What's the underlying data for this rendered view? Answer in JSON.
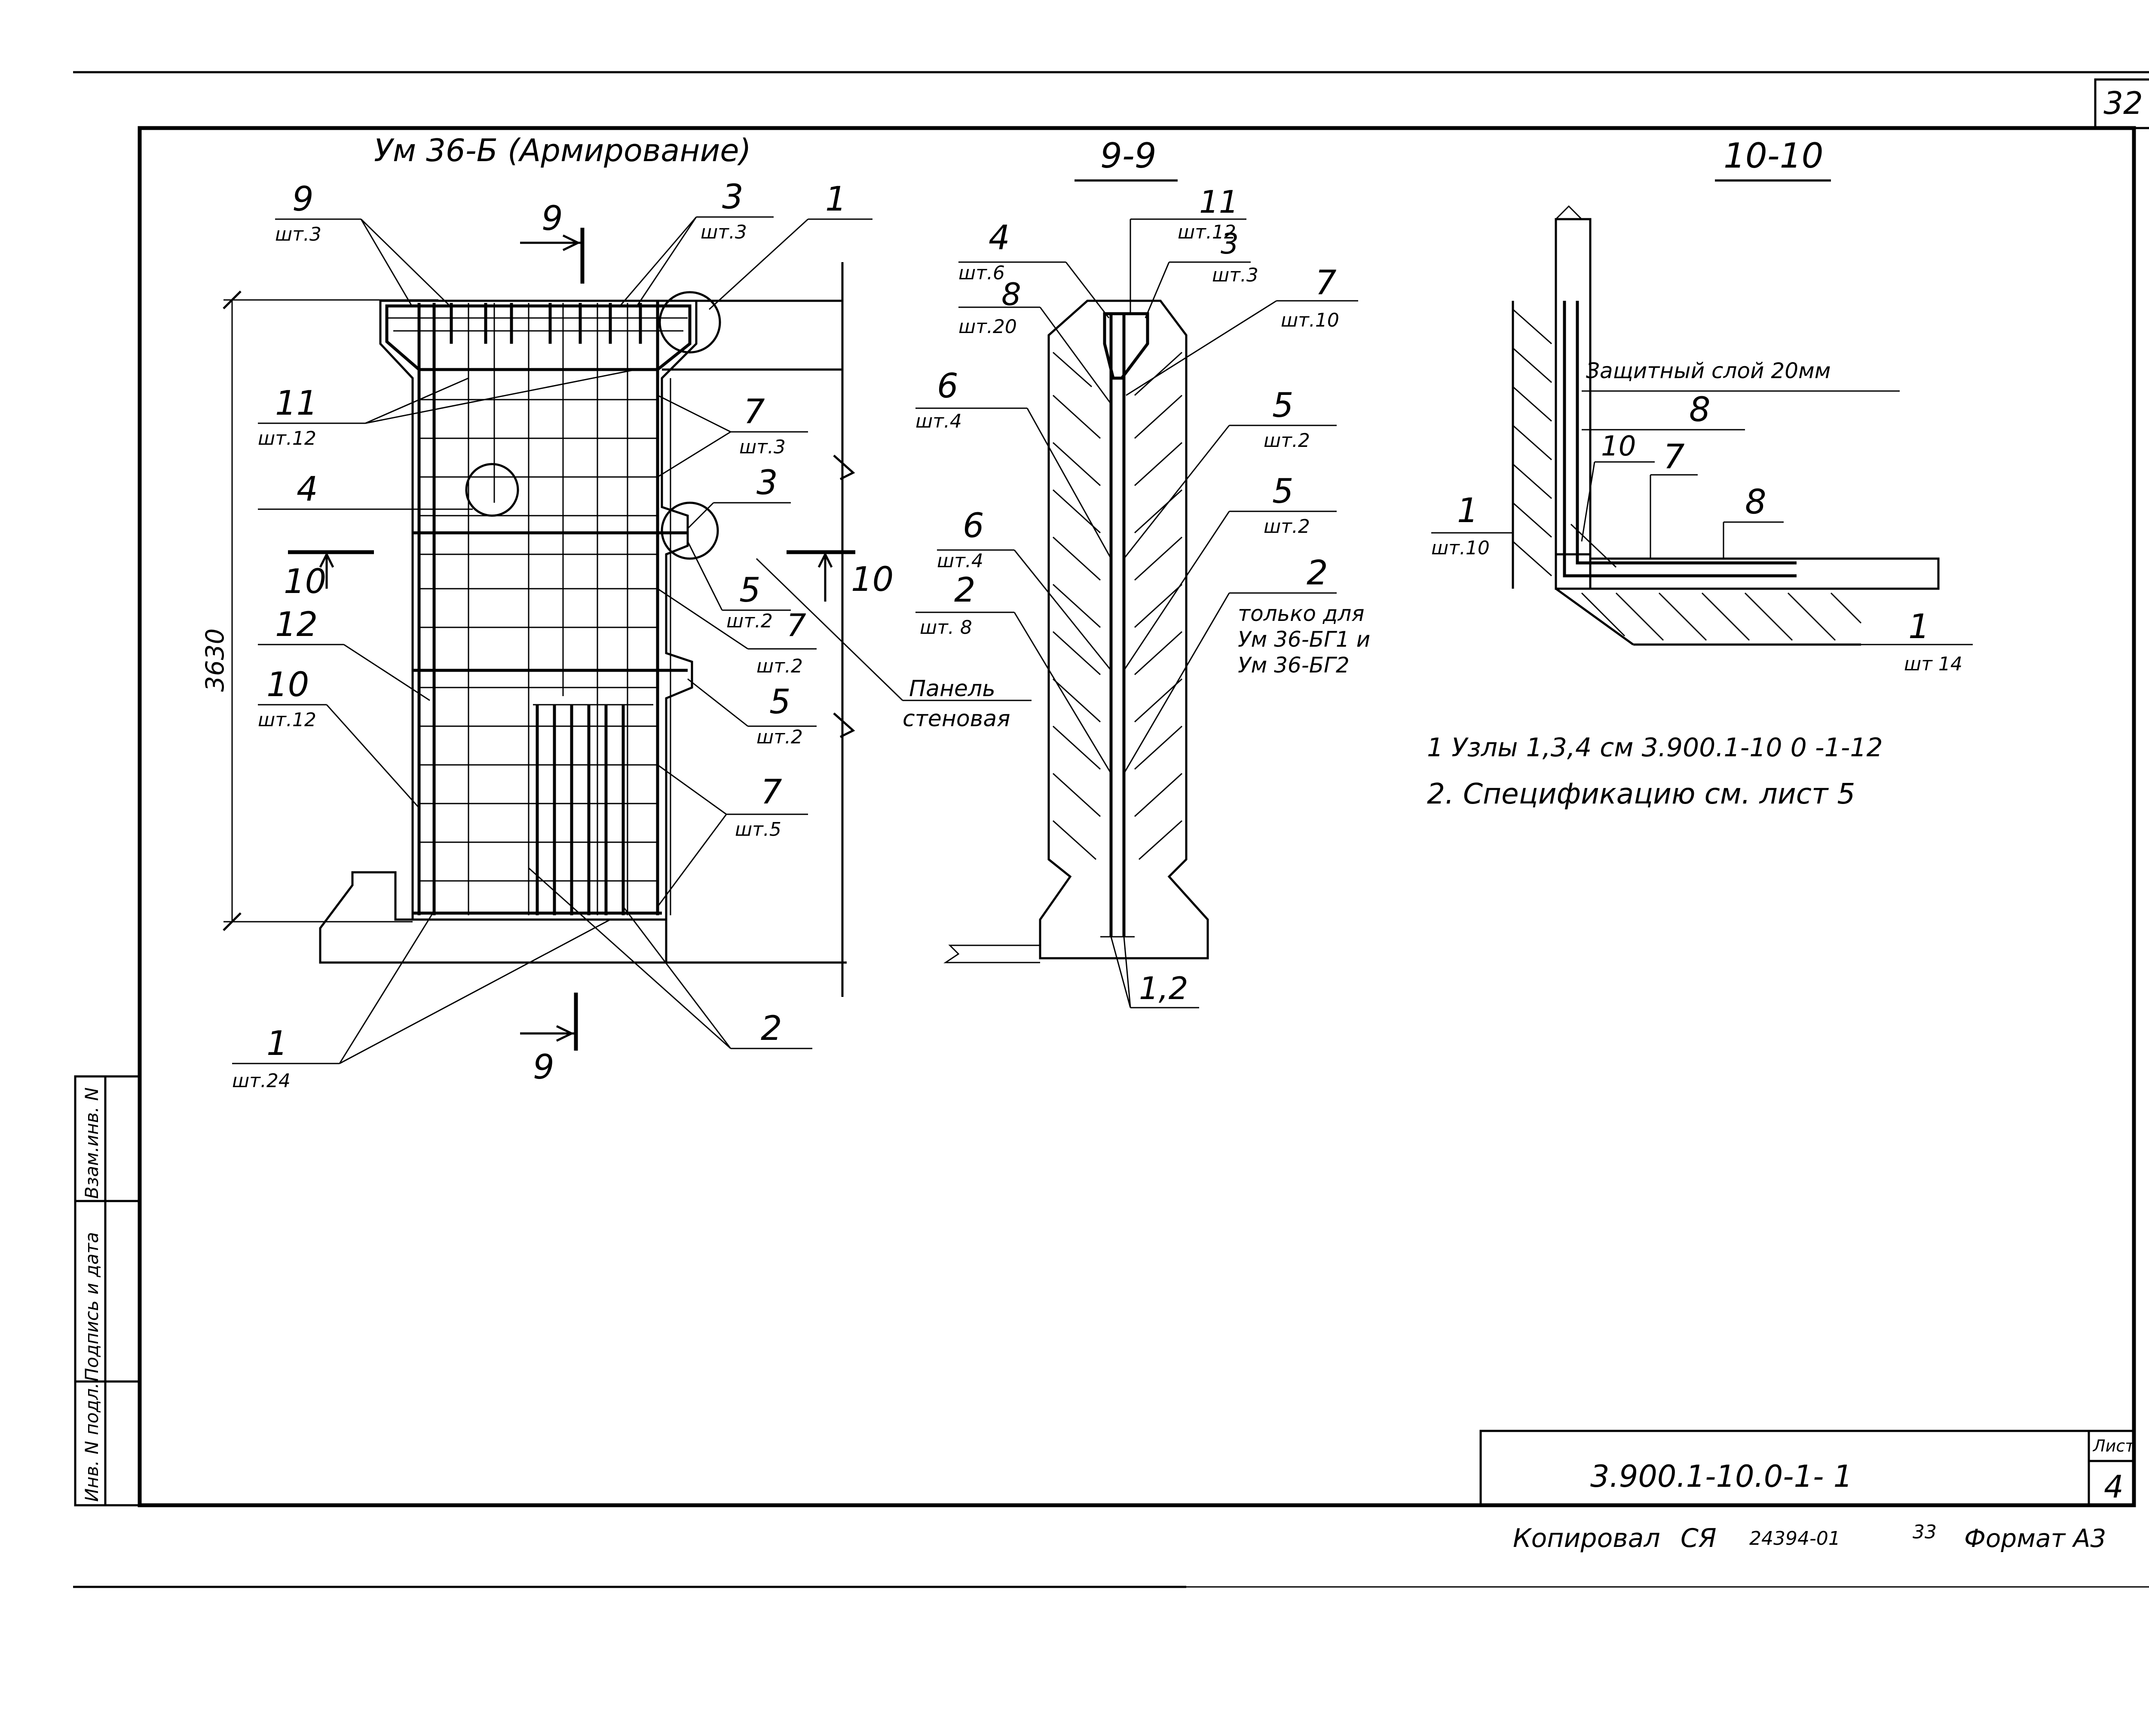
{
  "sheet_number": "32",
  "views": {
    "main": {
      "title": "Ум 36-Б (Армирование)",
      "dimension": "3630",
      "section_marks": [
        "9",
        "9",
        "10",
        "10"
      ],
      "labels": [
        {
          "num": "9",
          "qty": "шт.3"
        },
        {
          "num": "3",
          "qty": "шт.3"
        },
        {
          "num": "1",
          "qty": ""
        },
        {
          "num": "11",
          "qty": "шт.12"
        },
        {
          "num": "7",
          "qty": "шт.3"
        },
        {
          "num": "4",
          "qty": ""
        },
        {
          "num": "3",
          "qty": ""
        },
        {
          "num": "5",
          "qty": "шт.2"
        },
        {
          "num": "7",
          "qty": "шт.2"
        },
        {
          "num": "12",
          "qty": ""
        },
        {
          "num": "5",
          "qty": "шт.2"
        },
        {
          "num": "10",
          "qty": "шт.12"
        },
        {
          "num": "7",
          "qty": "шт.5"
        },
        {
          "num": "1",
          "qty": "шт.24"
        },
        {
          "num": "2",
          "qty": ""
        }
      ],
      "panel_label": [
        "Панель",
        "стеновая"
      ]
    },
    "section_9": {
      "title": "9-9",
      "labels": [
        {
          "num": "4",
          "qty": "шт.6"
        },
        {
          "num": "8",
          "qty": "шт.20"
        },
        {
          "num": "11",
          "qty": "шт.12"
        },
        {
          "num": "3",
          "qty": "шт.3"
        },
        {
          "num": "7",
          "qty": "шт.10"
        },
        {
          "num": "6",
          "qty": "шт.4"
        },
        {
          "num": "5",
          "qty": "шт.2"
        },
        {
          "num": "6",
          "qty": "шт.4"
        },
        {
          "num": "5",
          "qty": "шт.2"
        },
        {
          "num": "2",
          "qty": "шт. 8"
        },
        {
          "num": "2",
          "qty": ""
        },
        {
          "num": "1,2",
          "qty": ""
        }
      ],
      "note_lines": [
        "только для",
        "Ум 36-БГ1 и",
        "Ум 36-БГ2"
      ]
    },
    "section_10": {
      "title": "10-10",
      "cover_note": "Защитный слой 20мм",
      "labels": [
        {
          "num": "8",
          "qty": ""
        },
        {
          "num": "10",
          "qty": ""
        },
        {
          "num": "7",
          "qty": ""
        },
        {
          "num": "8",
          "qty": ""
        },
        {
          "num": "1",
          "qty": "шт.10"
        },
        {
          "num": "1",
          "qty": "шт 14"
        }
      ]
    }
  },
  "notes": [
    "1 Узлы 1,3,4 см 3.900.1-10 0 -1-12",
    "2. Спецификацию см. лист 5"
  ],
  "side_stamp": [
    "Инв. N подл.",
    "Подпись и дата",
    "Взам.инв. N"
  ],
  "title_block": {
    "code": "3.900.1-10.0-1- 1",
    "sheet_label": "Лист",
    "sheet_value": "4"
  },
  "footer": {
    "copied": "Копировал",
    "copier": "СЯ",
    "order": "24394-01",
    "page": "33",
    "format": "Формат А3"
  }
}
